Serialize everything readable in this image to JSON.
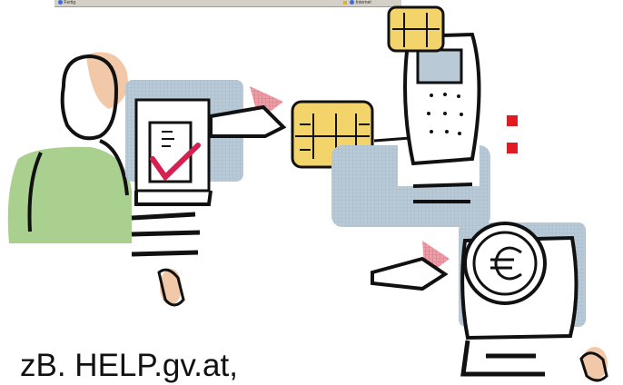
{
  "browser_status": {
    "left_text": "Fertig",
    "right_text": "Internet"
  },
  "caption": "zB. HELP.gv.at,",
  "icons": [
    "person",
    "computer",
    "signature-checkmark",
    "chip-card",
    "mobile-phone",
    "euro-coin",
    "mouse",
    "arrow"
  ],
  "colors": {
    "panel_blue": "#b9c9d6",
    "skin": "#f2c9a8",
    "shirt_green": "#a9d08e",
    "chip_yellow": "#f3d46a",
    "red": "#e01b24",
    "arrow_red": "#e06070"
  }
}
